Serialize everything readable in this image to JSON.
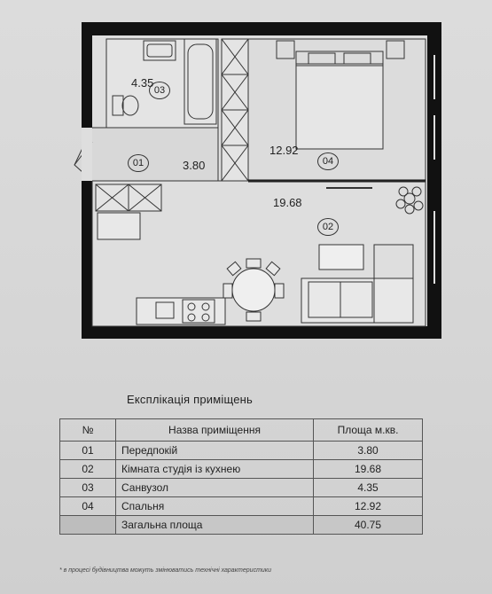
{
  "plan": {
    "rooms": [
      {
        "id": "01",
        "area": "3.80"
      },
      {
        "id": "02",
        "area": "19.68"
      },
      {
        "id": "03",
        "area": "4.35"
      },
      {
        "id": "04",
        "area": "12.92"
      }
    ]
  },
  "table": {
    "title": "Експлікація приміщень",
    "headers": {
      "no": "№",
      "name": "Назва приміщення",
      "area": "Площа м.кв."
    },
    "rows": [
      {
        "no": "01",
        "name": "Передпокій",
        "area": "3.80"
      },
      {
        "no": "02",
        "name": "Кімната студія із кухнею",
        "area": "19.68"
      },
      {
        "no": "03",
        "name": "Санвузол",
        "area": "4.35"
      },
      {
        "no": "04",
        "name": "Спальня",
        "area": "12.92"
      }
    ],
    "total": {
      "label": "Загальна площа",
      "area": "40.75"
    }
  },
  "footnote": "* в процесі будівництва можуть змінюватись технічні характеристики",
  "colors": {
    "wall": "#111111",
    "floor": "#dedede",
    "line": "#333333"
  }
}
